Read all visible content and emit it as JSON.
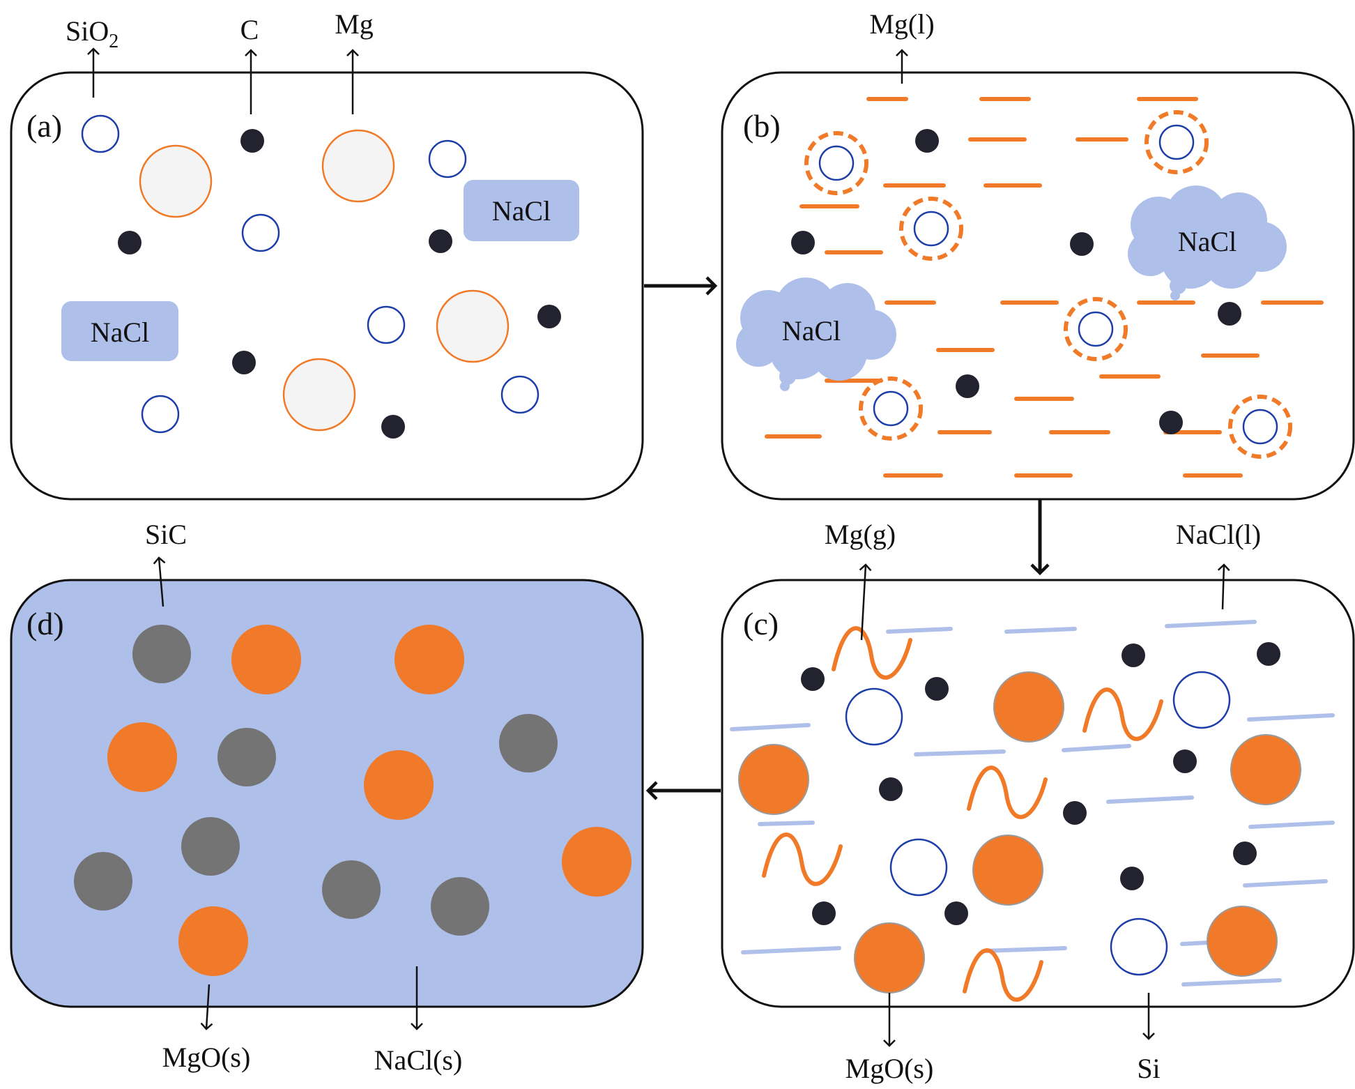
{
  "colors": {
    "mg": "#f07a28",
    "sio2": "#1d3ea8",
    "carbon": "#22232e",
    "nacl_fill": "#aebfea",
    "sic": "#747474",
    "mgo": "#f07a2a"
  },
  "panels": {
    "a": {
      "label": "(a)",
      "nacl": [
        "NaCl",
        "NaCl"
      ]
    },
    "b": {
      "label": "(b)",
      "nacl": [
        "NaCl",
        "NaCl"
      ]
    },
    "c": {
      "label": "(c)"
    },
    "d": {
      "label": "(d)"
    }
  },
  "callouts": {
    "sio2": {
      "base": "SiO",
      "sub": "2"
    },
    "c": "C",
    "mg": "Mg",
    "mg_l": "Mg(l)",
    "mg_g": "Mg(g)",
    "nacl_l": "NaCl(l)",
    "mgo_s_c": "MgO(s)",
    "si": "Si",
    "sic": "SiC",
    "mgo_s_d": "MgO(s)",
    "nacl_s": "NaCl(s)"
  }
}
